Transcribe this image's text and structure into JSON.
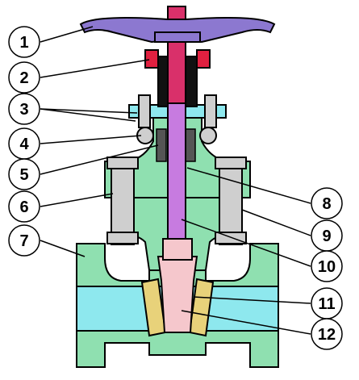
{
  "colors": {
    "body": "#8fe0b0",
    "bore": "#8ee8ee",
    "handwheel": "#8c78d0",
    "stem": "#d9306a",
    "stem_lower": "#c77be0",
    "packing": "#111111",
    "gland_flange": "#8ee8ee",
    "yoke_nut": "#e02040",
    "wedge": "#f5c7cc",
    "seat": "#e8d27a",
    "bolt": "#cfcfcf",
    "outline": "#000000"
  },
  "callouts": [
    {
      "label": "1"
    },
    {
      "label": "2"
    },
    {
      "label": "3"
    },
    {
      "label": "4"
    },
    {
      "label": "5"
    },
    {
      "label": "6"
    },
    {
      "label": "7"
    },
    {
      "label": "8"
    },
    {
      "label": "9"
    },
    {
      "label": "10"
    },
    {
      "label": "11"
    },
    {
      "label": "12"
    }
  ]
}
